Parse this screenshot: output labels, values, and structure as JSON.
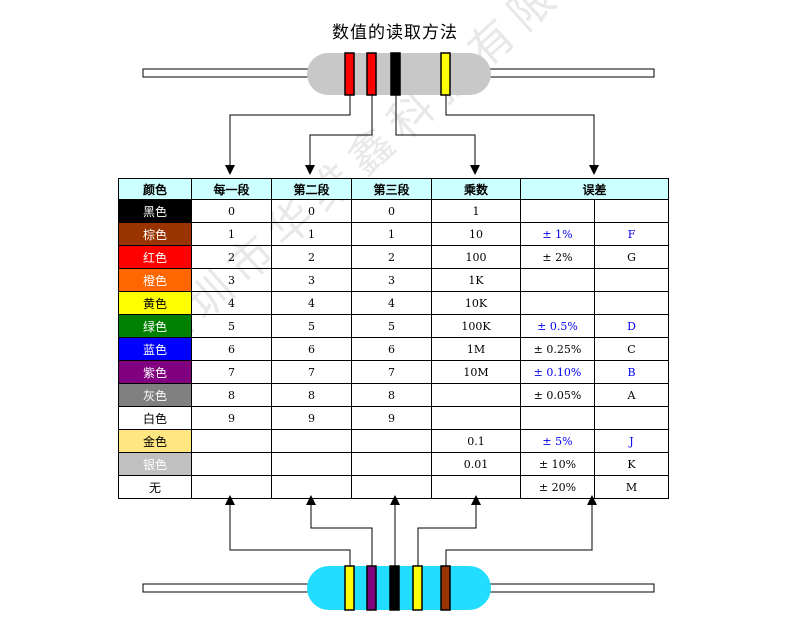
{
  "title": "数值的读取方法",
  "watermark": "深圳市华维鑫科技有限公司",
  "headers": [
    "颜色",
    "每一段",
    "第二段",
    "第三段",
    "乘数",
    "误差"
  ],
  "rows": [
    {
      "color": "黑色",
      "bg": "#000000",
      "fg": "#ffffff",
      "d1": "0",
      "d2": "0",
      "d3": "0",
      "mult": "1",
      "tol": "",
      "tol_code": "",
      "tol_blue": false
    },
    {
      "color": "棕色",
      "bg": "#993300",
      "fg": "#ffffff",
      "d1": "1",
      "d2": "1",
      "d3": "1",
      "mult": "10",
      "tol": "± 1%",
      "tol_code": "F",
      "tol_blue": true
    },
    {
      "color": "红色",
      "bg": "#ff0000",
      "fg": "#ffffff",
      "d1": "2",
      "d2": "2",
      "d3": "2",
      "mult": "100",
      "tol": "± 2%",
      "tol_code": "G",
      "tol_blue": false
    },
    {
      "color": "橙色",
      "bg": "#ff6600",
      "fg": "#ffffff",
      "d1": "3",
      "d2": "3",
      "d3": "3",
      "mult": "1K",
      "tol": "",
      "tol_code": "",
      "tol_blue": false
    },
    {
      "color": "黄色",
      "bg": "#ffff00",
      "fg": "#000000",
      "d1": "4",
      "d2": "4",
      "d3": "4",
      "mult": "10K",
      "tol": "",
      "tol_code": "",
      "tol_blue": false
    },
    {
      "color": "绿色",
      "bg": "#008000",
      "fg": "#ffffff",
      "d1": "5",
      "d2": "5",
      "d3": "5",
      "mult": "100K",
      "tol": "± 0.5%",
      "tol_code": "D",
      "tol_blue": true
    },
    {
      "color": "蓝色",
      "bg": "#0000ff",
      "fg": "#ffffff",
      "d1": "6",
      "d2": "6",
      "d3": "6",
      "mult": "1M",
      "tol": "± 0.25%",
      "tol_code": "C",
      "tol_blue": false
    },
    {
      "color": "紫色",
      "bg": "#800080",
      "fg": "#ffffff",
      "d1": "7",
      "d2": "7",
      "d3": "7",
      "mult": "10M",
      "tol": "± 0.10%",
      "tol_code": "B",
      "tol_blue": true
    },
    {
      "color": "灰色",
      "bg": "#808080",
      "fg": "#ffffff",
      "d1": "8",
      "d2": "8",
      "d3": "8",
      "mult": "",
      "tol": "± 0.05%",
      "tol_code": "A",
      "tol_blue": false
    },
    {
      "color": "白色",
      "bg": "#ffffff",
      "fg": "#000000",
      "d1": "9",
      "d2": "9",
      "d3": "9",
      "mult": "",
      "tol": "",
      "tol_code": "",
      "tol_blue": false
    },
    {
      "color": "金色",
      "bg": "#ffe680",
      "fg": "#000000",
      "d1": "",
      "d2": "",
      "d3": "",
      "mult": "0.1",
      "tol": "± 5%",
      "tol_code": "J",
      "tol_blue": true
    },
    {
      "color": "银色",
      "bg": "#c0c0c0",
      "fg": "#ffffff",
      "d1": "",
      "d2": "",
      "d3": "",
      "mult": "0.01",
      "tol": "± 10%",
      "tol_code": "K",
      "tol_blue": false
    },
    {
      "color": "无",
      "bg": "#ffffff",
      "fg": "#000000",
      "d1": "",
      "d2": "",
      "d3": "",
      "mult": "",
      "tol": "± 20%",
      "tol_code": "M",
      "tol_blue": false
    }
  ],
  "resistor_top": {
    "body_color": "#c8c8c8",
    "bands": [
      "#ff0000",
      "#ff0000",
      "#000000",
      "#ffff00"
    ]
  },
  "resistor_bottom": {
    "body_color": "#22ddff",
    "bands": [
      "#ffff00",
      "#800080",
      "#000000",
      "#ffff00",
      "#993300"
    ]
  },
  "colors": {
    "header_bg": "#ccffff",
    "blue_text": "#0000ee"
  }
}
